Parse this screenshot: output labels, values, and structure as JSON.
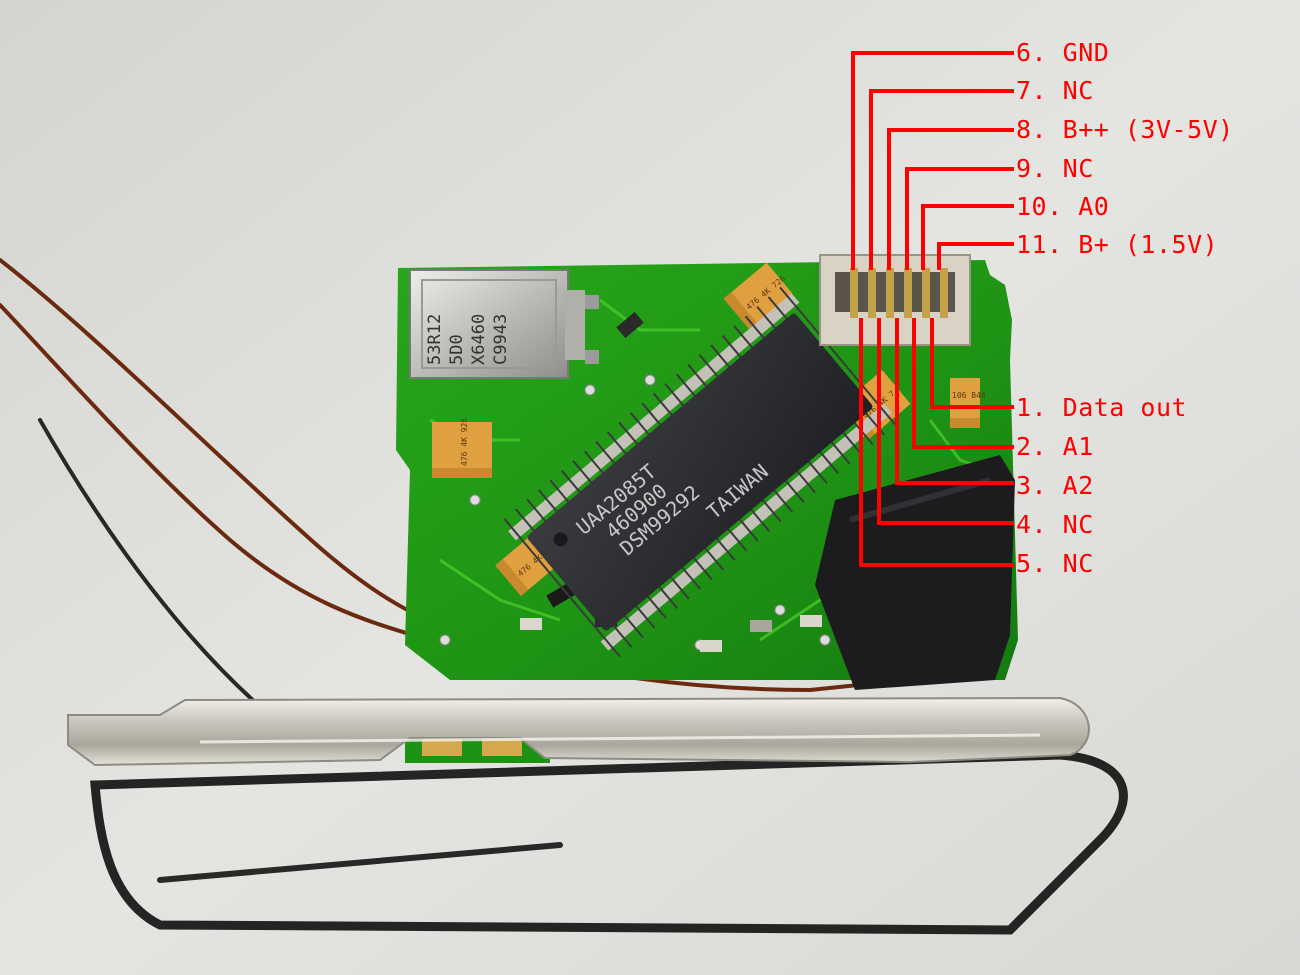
{
  "crystal": {
    "markings": [
      "53R12",
      "5D0",
      "X6460",
      "C9943"
    ]
  },
  "chip": {
    "markings": [
      "UAA2085T",
      "460900",
      "DSM99292",
      "TAIWAN"
    ]
  },
  "capacitors": [
    {
      "marking": "476 4K 726"
    },
    {
      "marking": "476 4K 926"
    },
    {
      "marking": "476 4K 7"
    },
    {
      "marking": "476 4K"
    },
    {
      "marking": "106 B44"
    }
  ],
  "pins_top": [
    {
      "label": "6. GND"
    },
    {
      "label": "7. NC"
    },
    {
      "label": "8. B++ (3V-5V)"
    },
    {
      "label": "9. NC"
    },
    {
      "label": "10. A0"
    },
    {
      "label": "11. B+ (1.5V)"
    }
  ],
  "pins_bottom": [
    {
      "label": "1. Data out"
    },
    {
      "label": "2. A1"
    },
    {
      "label": "3. A2"
    },
    {
      "label": "4. NC"
    },
    {
      "label": "5. NC"
    }
  ],
  "colors": {
    "annotation": "#ff0000",
    "pcb": "#1f9a14",
    "background": "#dcdcd8",
    "wire": "#6b2a10",
    "chip": "#2c2d30",
    "tantalum": "#e0a040",
    "metal": "#c9c6bd",
    "tape": "#1c1c1e"
  }
}
